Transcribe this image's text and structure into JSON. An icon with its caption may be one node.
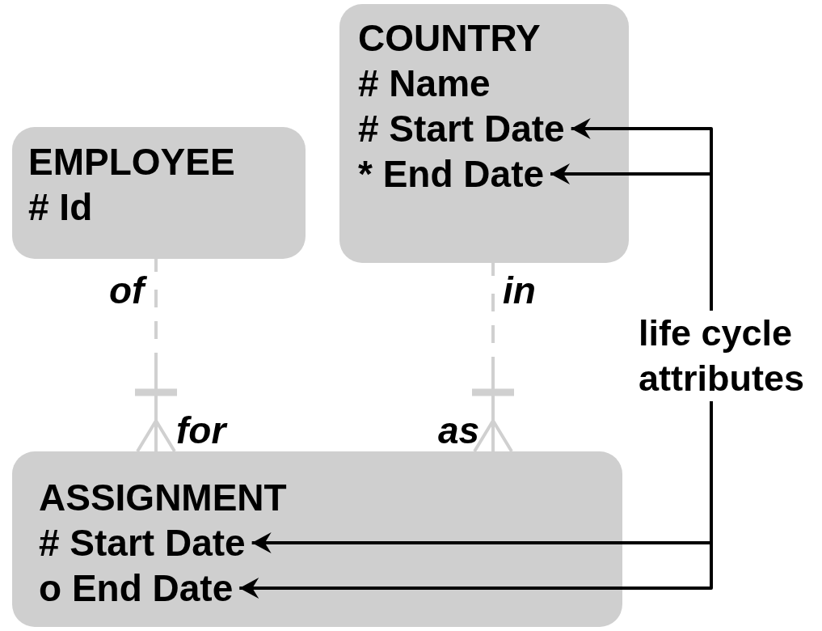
{
  "diagram": {
    "nodes": [
      {
        "text": [
          "EMPLOYEE",
          "# Id"
        ]
      },
      {
        "text": [
          "COUNTRY",
          "# Name"
        ]
      },
      {
        "text": [
          "# Start Date"
        ],
        "in": 1
      },
      {
        "text": [
          "* End Date"
        ],
        "in": 1
      },
      {
        "text": [
          "life cycle attributes"
        ]
      },
      {
        "text": [
          "ASSIGNMENT"
        ]
      },
      {
        "text": [
          "# Start Date"
        ],
        "in": 5
      },
      {
        "text": [
          "o End Date"
        ],
        "in": 5
      }
    ],
    "edges": [
      {
        "from": 0,
        "to": 5,
        "arrow": "other",
        "style": "dashed",
        "color": "#d0d0d0"
      },
      {
        "from": 1,
        "to": 5,
        "arrow": "other",
        "style": "dashed",
        "color": "#d0d0d0"
      },
      {
        "from": 4,
        "to": 2,
        "arrow": "to"
      },
      {
        "from": 4,
        "to": 3,
        "arrow": "to"
      },
      {
        "from": 4,
        "to": 6,
        "arrow": "to"
      },
      {
        "from": 4,
        "to": 7,
        "arrow": "to"
      }
    ],
    "labels": [
      "of",
      "in",
      "for",
      "as"
    ]
  }
}
